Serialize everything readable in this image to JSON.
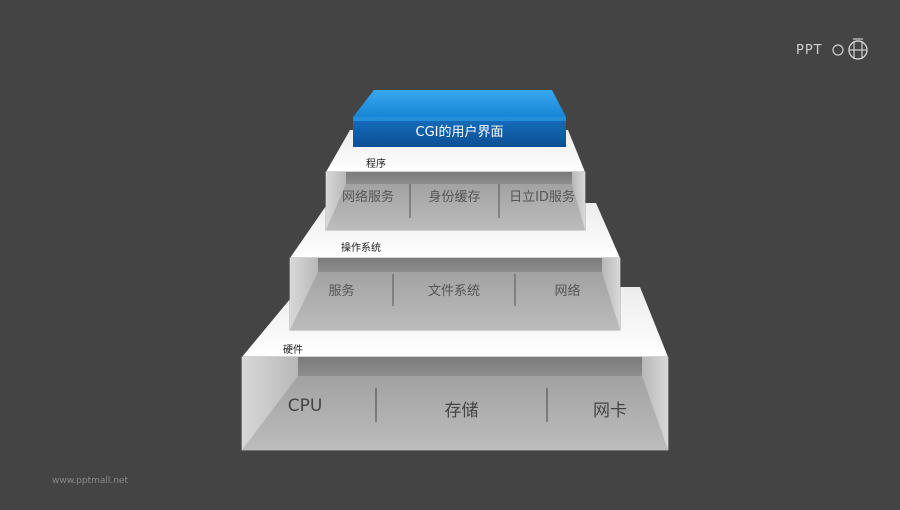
{
  "logo": {
    "text": "PPT",
    "icon": "ppt-mall-logo-icon"
  },
  "footer": {
    "url": "www.pptmall.net"
  },
  "colors": {
    "background": "#444444",
    "accent": "#1a88d6"
  },
  "tiers": {
    "ui": {
      "label": "CGI的用户界面"
    },
    "program": {
      "title": "程序",
      "cells": [
        "网络服务",
        "身份缓存",
        "日立ID服务"
      ]
    },
    "os": {
      "title": "操作系统",
      "cells": [
        "服务",
        "文件系统",
        "网络"
      ]
    },
    "hardware": {
      "title": "硬件",
      "cells": [
        "CPU",
        "存储",
        "网卡"
      ]
    }
  }
}
